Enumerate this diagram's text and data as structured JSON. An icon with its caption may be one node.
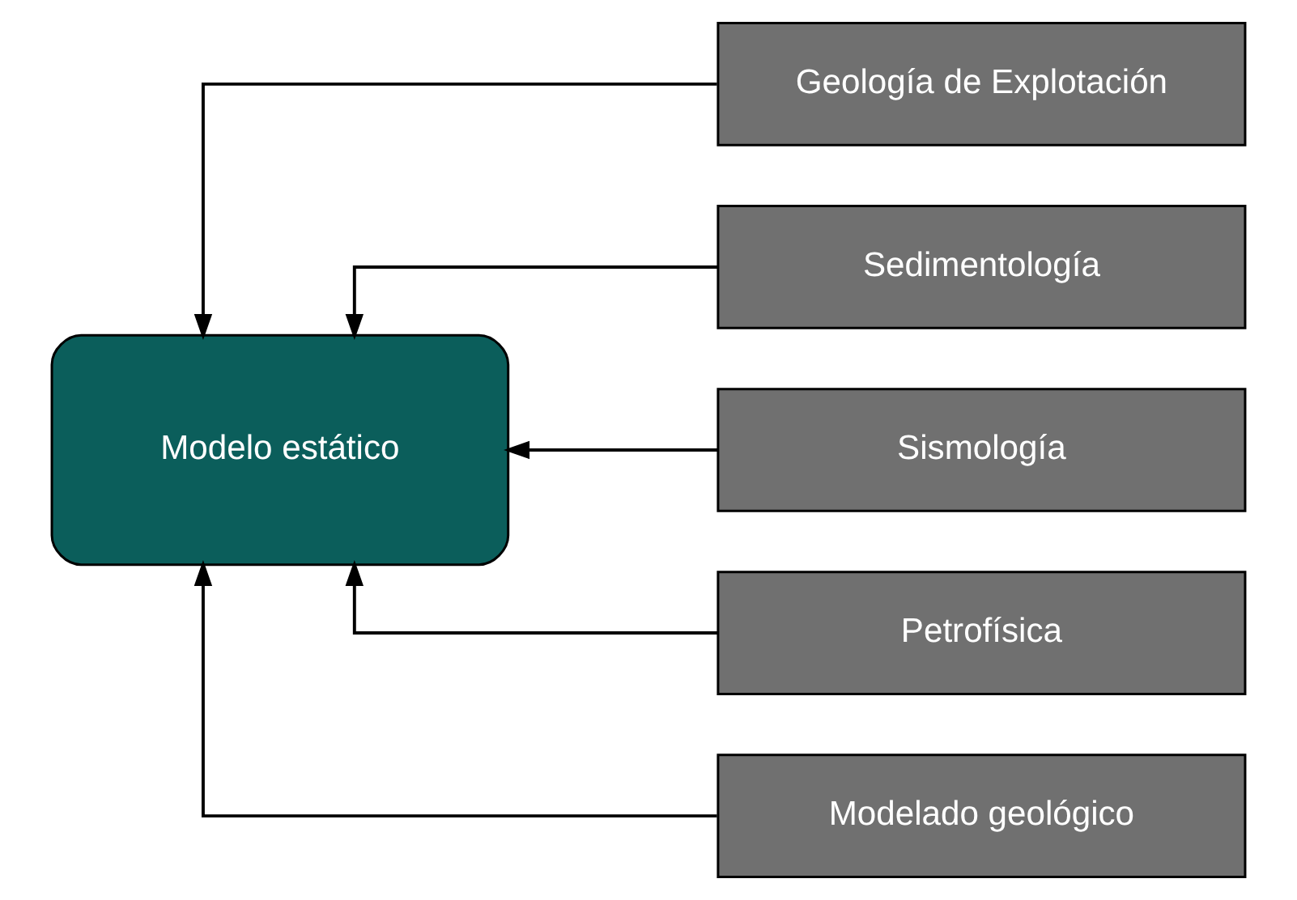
{
  "diagram": {
    "nodes": [
      {
        "text": [
          "Modelo estático"
        ]
      },
      {
        "text": [
          "Geología de Explotación"
        ]
      },
      {
        "text": [
          "Sedimentología"
        ]
      },
      {
        "text": [
          "Sismología"
        ]
      },
      {
        "text": [
          "Petrofísica"
        ]
      },
      {
        "text": [
          "Modelado geológico"
        ]
      }
    ],
    "edges": [
      {
        "from": 1,
        "to": 0,
        "arrow": "to"
      },
      {
        "from": 2,
        "to": 0,
        "arrow": "to"
      },
      {
        "from": 3,
        "to": 0,
        "arrow": "to"
      },
      {
        "from": 4,
        "to": 0,
        "arrow": "to"
      },
      {
        "from": 5,
        "to": 0,
        "arrow": "to"
      }
    ]
  }
}
